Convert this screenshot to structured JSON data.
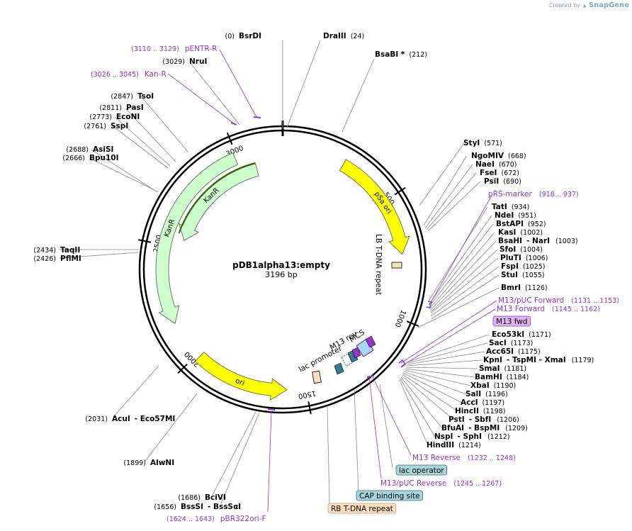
{
  "credit": {
    "prefix": "Created by",
    "brand": "SnapGene"
  },
  "plasmid": {
    "name": "pDB1alpha13:empty",
    "size": "3196 bp",
    "length": 3196
  },
  "ticks": [
    "500",
    "1000",
    "1500",
    "2000",
    "2500",
    "3000"
  ],
  "features": [
    {
      "name": "pSa ori",
      "start": 266,
      "end": 735,
      "dir": 1,
      "color": "#ffff00",
      "track": "r1"
    },
    {
      "name": "KanR",
      "start": 2542,
      "end": 3068,
      "dir": -1,
      "color": "#ccffcc",
      "track": "r2"
    },
    {
      "name": "KanR",
      "start": 2160,
      "end": 2990,
      "dir": -1,
      "color": "#ccffcc",
      "track": "r1"
    },
    {
      "name": "ori",
      "start": 1580,
      "end": 1985,
      "dir": -1,
      "color": "#ffff00",
      "track": "r1"
    }
  ],
  "inner_labels": {
    "lb": "LB T-DNA repeat",
    "lac_promoter": "lac promoter",
    "m13rev": "M13 rev",
    "mcs": "MCS"
  },
  "sites": [
    {
      "name": "BsrDI",
      "pos": "(0)"
    },
    {
      "name": "DraIII",
      "pos": "(24)"
    },
    {
      "name": "BsaBI *",
      "pos": "(212)"
    },
    {
      "name": "StyI",
      "pos": "(571)"
    },
    {
      "name": "NgoMIV",
      "pos": "(668)"
    },
    {
      "name": "NaeI",
      "pos": "(670)"
    },
    {
      "name": "FseI",
      "pos": "(672)"
    },
    {
      "name": "PsiI",
      "pos": "(690)"
    },
    {
      "name": "TatI",
      "pos": "(934)"
    },
    {
      "name": "NdeI",
      "pos": "(951)"
    },
    {
      "name": "BstAPI",
      "pos": "(952)"
    },
    {
      "name": "KasI",
      "pos": "(1002)"
    },
    {
      "name": "BsaHI",
      "extra": "- NarI",
      "pos": "(1003)"
    },
    {
      "name": "SfoI",
      "pos": "(1004)"
    },
    {
      "name": "PluTI",
      "pos": "(1006)"
    },
    {
      "name": "FspI",
      "pos": "(1025)"
    },
    {
      "name": "StuI",
      "pos": "(1055)"
    },
    {
      "name": "BmrI",
      "pos": "(1126)"
    },
    {
      "name": "Eco53kI",
      "pos": "(1171)"
    },
    {
      "name": "SacI",
      "pos": "(1173)"
    },
    {
      "name": "Acc65I",
      "pos": "(1175)"
    },
    {
      "name": "KpnI",
      "extra": "- TspMI - XmaI",
      "pos": "(1179)"
    },
    {
      "name": "SmaI",
      "pos": "(1181)"
    },
    {
      "name": "BamHI",
      "pos": "(1184)"
    },
    {
      "name": "XbaI",
      "pos": "(1190)"
    },
    {
      "name": "SalI",
      "pos": "(1196)"
    },
    {
      "name": "AccI",
      "pos": "(1197)"
    },
    {
      "name": "HincII",
      "pos": "(1198)"
    },
    {
      "name": "PstI",
      "extra": "- SbfI",
      "pos": "(1206)"
    },
    {
      "name": "BfuAI",
      "extra": "- BspMI",
      "pos": "(1209)"
    },
    {
      "name": "NspI",
      "extra": "- SphI",
      "pos": "(1212)"
    },
    {
      "name": "HindIII",
      "pos": "(1214)"
    },
    {
      "name": "BciVI",
      "pos": "(1686)"
    },
    {
      "name": "BssSI",
      "extra": "- BssSαI",
      "pos": "(1656)"
    },
    {
      "name": "AlwNI",
      "pos": "(1899)"
    },
    {
      "name": "AcuI",
      "extra": "- Eco57MI",
      "pos": "(2031)"
    },
    {
      "name": "TaqII",
      "pos": "(2434)"
    },
    {
      "name": "PflMI",
      "pos": "(2426)"
    },
    {
      "name": "AsiSI",
      "pos": "(2688)"
    },
    {
      "name": "Bpu10I",
      "pos": "(2666)"
    },
    {
      "name": "TsoI",
      "pos": "(2847)"
    },
    {
      "name": "PasI",
      "pos": "(2811)"
    },
    {
      "name": "EcoNI",
      "pos": "(2773)"
    },
    {
      "name": "SspI",
      "pos": "(2761)"
    },
    {
      "name": "NruI",
      "pos": "(3029)"
    }
  ],
  "primers": [
    {
      "name": "pENTR-R",
      "range": "(3110 .. 3129)"
    },
    {
      "name": "Kan-R",
      "range": "(3026 .. 3045)"
    },
    {
      "name": "pRS-marker",
      "range": "(918 .. 937)"
    },
    {
      "name": "M13/pUC Forward",
      "range": "(1131 .. 1153)"
    },
    {
      "name": "M13 Forward",
      "range": "(1145 .. 1162)"
    },
    {
      "name": "M13 Reverse",
      "range": "(1232 .. 1248)"
    },
    {
      "name": "M13/pUC Reverse",
      "range": "(1245 .. 1267)"
    },
    {
      "name": "pBR322ori-F",
      "range": "(1624 .. 1643)"
    }
  ],
  "boxes": {
    "m13fwd": "M13 fwd",
    "lac_operator": "lac operator",
    "cap": "CAP binding site",
    "rb": "RB T-DNA repeat"
  },
  "colors": {
    "enzyme": "#000000",
    "primer": "#9933cc",
    "leader": "#888888",
    "backbone": "#000000",
    "ori": "#ffff00",
    "kanr": "#ccffcc",
    "lac_operator": "#a8d4dc",
    "cap_binding": "#a8d4dc",
    "rb_repeat": "#fddfc0",
    "m13fwd": "#ddb2ee"
  }
}
